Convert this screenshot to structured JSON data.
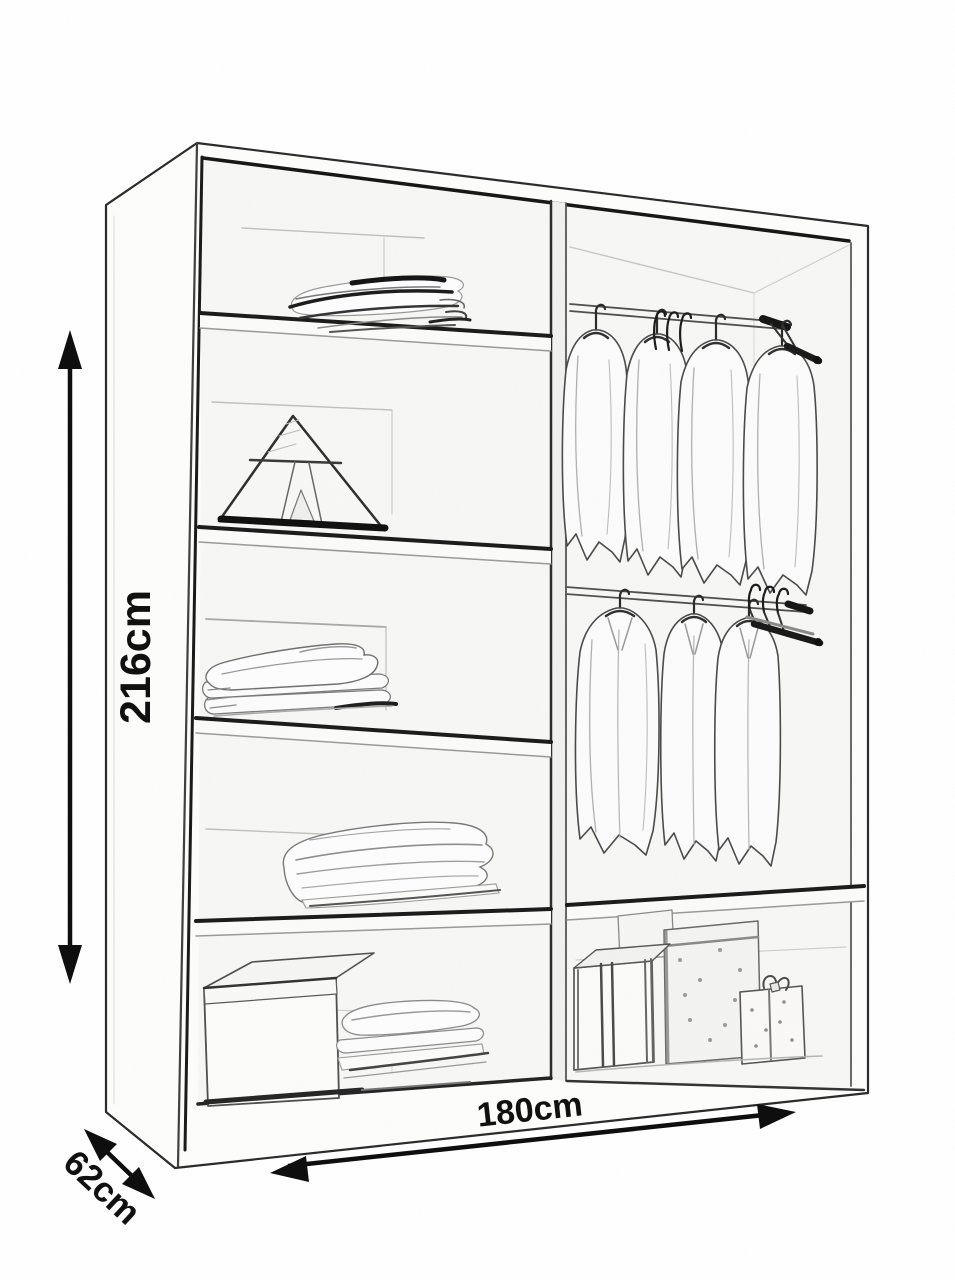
{
  "page": {
    "title": "Wardrobe interior sketch with dimensions"
  },
  "dimensions": {
    "height": "216cm",
    "width": "180cm",
    "depth": "62cm"
  },
  "palette": {
    "background": "#ffffff",
    "line": "#1a1a1a",
    "label": "#0f0f0f"
  },
  "parts": [
    "wardrobe-carcass",
    "left-shelf-column",
    "upper-hanging-rail",
    "lower-hanging-rail",
    "folded-towels",
    "display-tent",
    "towel-stack",
    "folded-blanket",
    "storage-box",
    "folded-linen",
    "gift-boxes",
    "clothes-hangers",
    "height-arrow",
    "width-arrow",
    "depth-arrow"
  ]
}
